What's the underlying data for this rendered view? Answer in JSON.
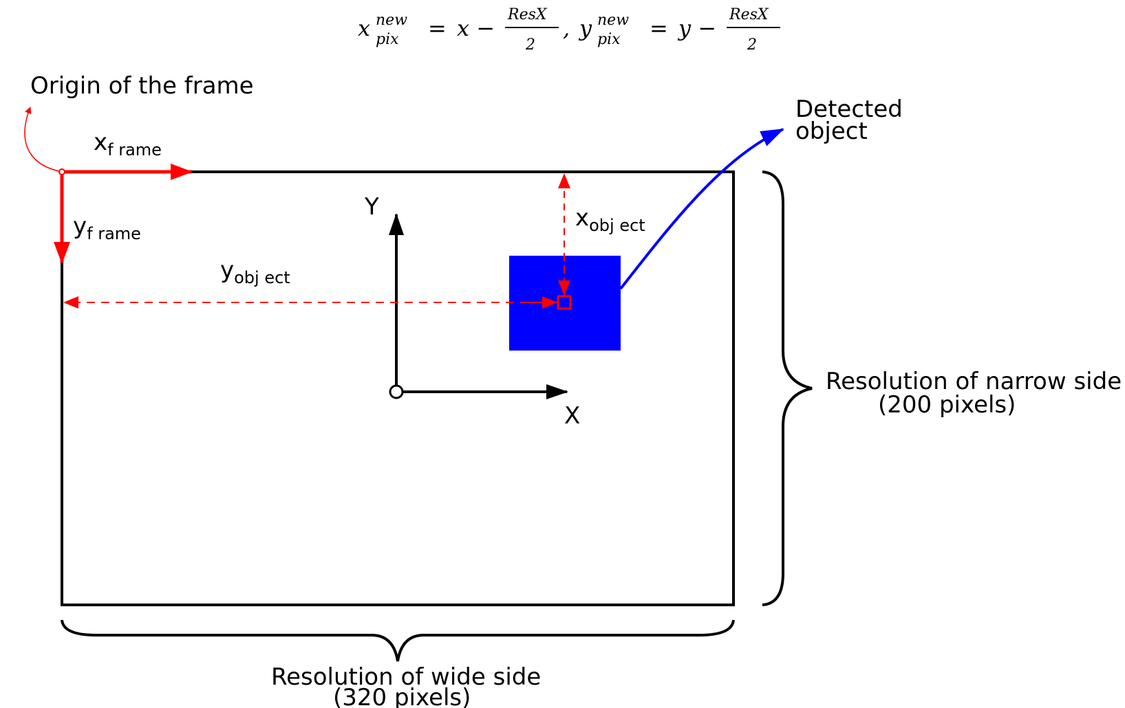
{
  "equation": {
    "x_var": "x",
    "x_sup": "new",
    "x_sub": "pix",
    "equals": "=",
    "x_rhs": "x −",
    "frac1_num": "ResX",
    "frac1_den": "2",
    "separator": ",",
    "y_var": "y",
    "y_sup": "new",
    "y_sub": "pix",
    "y_rhs": "y −",
    "frac2_num": "ResX",
    "frac2_den": "2"
  },
  "labels": {
    "origin": "Origin of the frame",
    "x_frame_main": "x",
    "x_frame_sub": "f rame",
    "y_frame_main": "y",
    "y_frame_sub": "f rame",
    "x_object_main": "x",
    "x_object_sub": "obj ect",
    "y_object_main": "y",
    "y_object_sub": "obj ect",
    "axis_y": "Y",
    "axis_x": "X",
    "detected_line1": "Detected",
    "detected_line2": "object",
    "narrow_line1": "Resolution of narrow side",
    "narrow_line2": "(200 pixels)",
    "wide_line1": "Resolution of wide side",
    "wide_line2": "(320 pixels)"
  },
  "colors": {
    "frame": "#000000",
    "frame_axes": "#ff0000",
    "object": "#0000ff",
    "guide": "#ff0000",
    "center_axes": "#000000"
  }
}
